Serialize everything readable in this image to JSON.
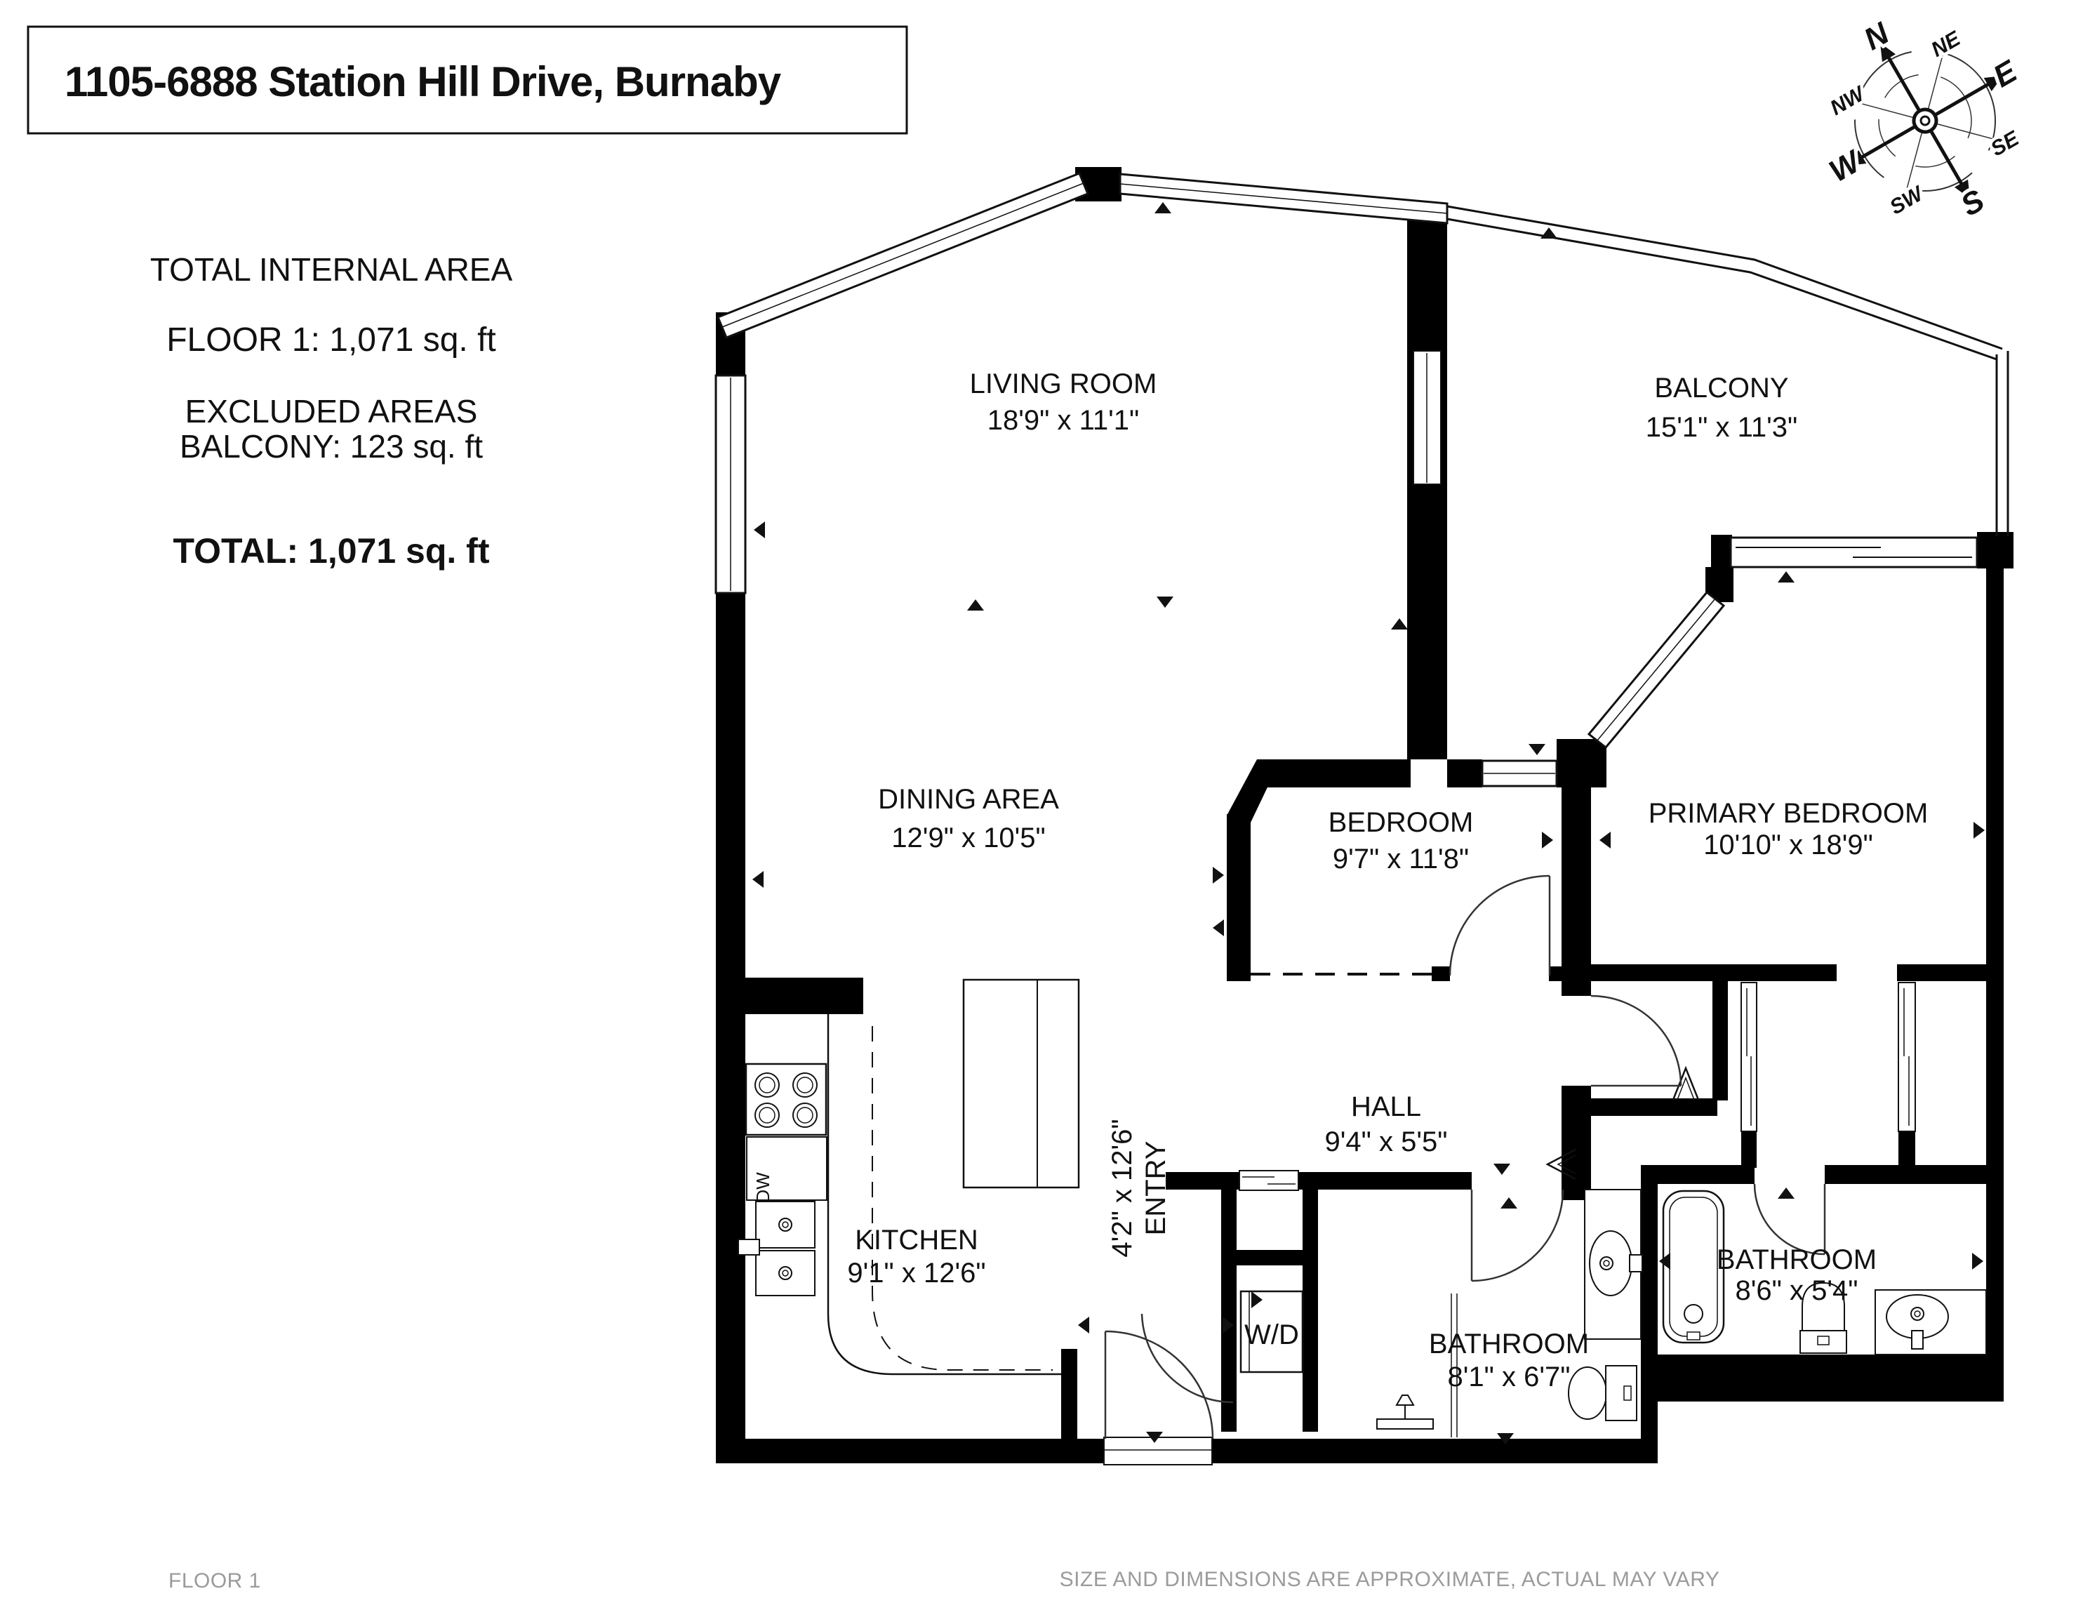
{
  "title": {
    "address": "1105-6888 Station Hill Drive, Burnaby"
  },
  "area_summary": {
    "heading": "TOTAL INTERNAL AREA",
    "floor1_line": "FLOOR 1: 1,071 sq. ft",
    "excluded_heading": "EXCLUDED AREAS",
    "excluded_balcony_line": "BALCONY: 123 sq. ft",
    "total_line": "TOTAL: 1,071 sq. ft"
  },
  "rooms": {
    "living": {
      "name": "LIVING ROOM",
      "dims": "18'9\" x 11'1\""
    },
    "balcony": {
      "name": "BALCONY",
      "dims": "15'1\" x 11'3\""
    },
    "dining": {
      "name": "DINING AREA",
      "dims": "12'9\" x 10'5\""
    },
    "bedroom": {
      "name": "BEDROOM",
      "dims": "9'7\" x 11'8\""
    },
    "primary": {
      "name": "PRIMARY BEDROOM",
      "dims": "10'10\" x 18'9\""
    },
    "hall": {
      "name": "HALL",
      "dims": "9'4\" x 5'5\""
    },
    "entry": {
      "name": "ENTRY",
      "dims": "4'2\" x 12'6\""
    },
    "kitchen": {
      "name": "KITCHEN",
      "dims": "9'1\" x 12'6\""
    },
    "bathroom1": {
      "name": "BATHROOM",
      "dims": "8'1\" x 6'7\""
    },
    "bathroom2": {
      "name": "BATHROOM",
      "dims": "8'6\" x 5'4\""
    },
    "wd": {
      "label": "W/D"
    },
    "dw": {
      "label": "DW"
    }
  },
  "compass": {
    "directions": [
      "N",
      "NE",
      "E",
      "SE",
      "S",
      "SW",
      "W",
      "NW"
    ]
  },
  "footer": {
    "floor_label": "FLOOR 1",
    "disclaimer": "SIZE AND DIMENSIONS ARE APPROXIMATE, ACTUAL MAY VARY"
  },
  "colors": {
    "wall": "#000000",
    "text": "#111111",
    "muted": "#9b9b9b",
    "background": "#ffffff"
  }
}
